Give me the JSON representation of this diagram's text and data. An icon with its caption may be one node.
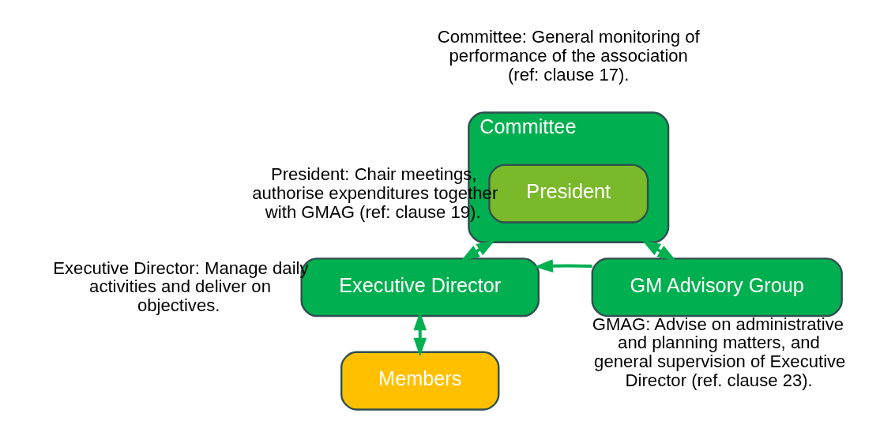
{
  "diagram": {
    "nodes": [
      {
        "text": [
          "Committee"
        ],
        "beside": [
          "Committee: General monitoring of performance of the association (ref: clause 17)."
        ]
      },
      {
        "text": [
          "President"
        ],
        "in": 0,
        "beside": [
          "President: Chair meetings, authorise expenditures together with GMAG (ref: clause 19)."
        ]
      },
      {
        "text": [
          "Executive Director"
        ],
        "beside": [
          "Executive Director: Manage daily activities and deliver on objectives."
        ]
      },
      {
        "text": [
          "GM Advisory Group"
        ],
        "beside": [
          "GMAG: Advise on administrative and planning matters, and general supervision of Executive Director (ref. clause 23)."
        ]
      },
      {
        "text": [
          "Members"
        ]
      }
    ],
    "edges": [
      {
        "from": 0,
        "to": 2,
        "arrow": "both"
      },
      {
        "from": 0,
        "to": 3,
        "arrow": "both"
      },
      {
        "from": 3,
        "to": 2,
        "arrow": "to"
      },
      {
        "from": 2,
        "to": 4,
        "arrow": "both"
      }
    ]
  }
}
